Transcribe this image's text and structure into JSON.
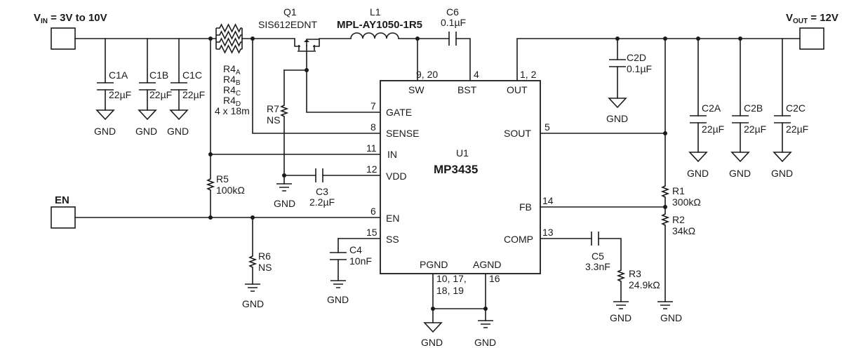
{
  "labels": {
    "vin_pre": "V",
    "vin_sub": "IN",
    "vin_post": " = 3V to 10V",
    "vout_pre": "V",
    "vout_sub": "OUT",
    "vout_post": " = 12V",
    "en_port": "EN",
    "q1_ref": "Q1",
    "q1_part": "SIS612EDNT",
    "l1_ref": "L1",
    "l1_part": "MPL-AY1050-1R5",
    "c6_ref": "C6",
    "c6_val": "0.1µF",
    "c1a_ref": "C1A",
    "c1b_ref": "C1B",
    "c1c_ref": "C1C",
    "c1_val": "22µF",
    "r4_ref": "R4",
    "r4_sub_a": "A",
    "r4_sub_b": "B",
    "r4_sub_c": "C",
    "r4_sub_d": "D",
    "r4_val": "4 x 18m",
    "r7_ref": "R7",
    "r7_val": "NS",
    "c3_ref": "C3",
    "c3_val": "2.2µF",
    "r5_ref": "R5",
    "r5_val": "100kΩ",
    "r6_ref": "R6",
    "r6_val": "NS",
    "c4_ref": "C4",
    "c4_val": "10nF",
    "c5_ref": "C5",
    "c5_val": "3.3nF",
    "r3_ref": "R3",
    "r3_val": "24.9kΩ",
    "r1_ref": "R1",
    "r1_val": "300kΩ",
    "r2_ref": "R2",
    "r2_val": "34kΩ",
    "c2d_ref": "C2D",
    "c2d_val": "0.1µF",
    "c2a_ref": "C2A",
    "c2b_ref": "C2B",
    "c2c_ref": "C2C",
    "c2_val": "22µF",
    "gnd": "GND",
    "u1_ref": "U1",
    "u1_part": "MP3435"
  },
  "pins": {
    "sw_num": "9, 20",
    "sw": "SW",
    "bst_num": "4",
    "bst": "BST",
    "out_num": "1, 2",
    "out": "OUT",
    "gate_num": "7",
    "gate": "GATE",
    "sense_num": "8",
    "sense": "SENSE",
    "in_num": "11",
    "in": "IN",
    "vdd_num": "12",
    "vdd": "VDD",
    "en_num": "6",
    "en": "EN",
    "ss_num": "15",
    "ss": "SS",
    "sout_num": "5",
    "sout": "SOUT",
    "fb_num": "14",
    "fb": "FB",
    "comp_num": "13",
    "comp": "COMP",
    "pgnd": "PGND",
    "pgnd_num_a": "10, 17,",
    "pgnd_num_b": "18, 19",
    "agnd": "AGND",
    "agnd_num": "16"
  }
}
